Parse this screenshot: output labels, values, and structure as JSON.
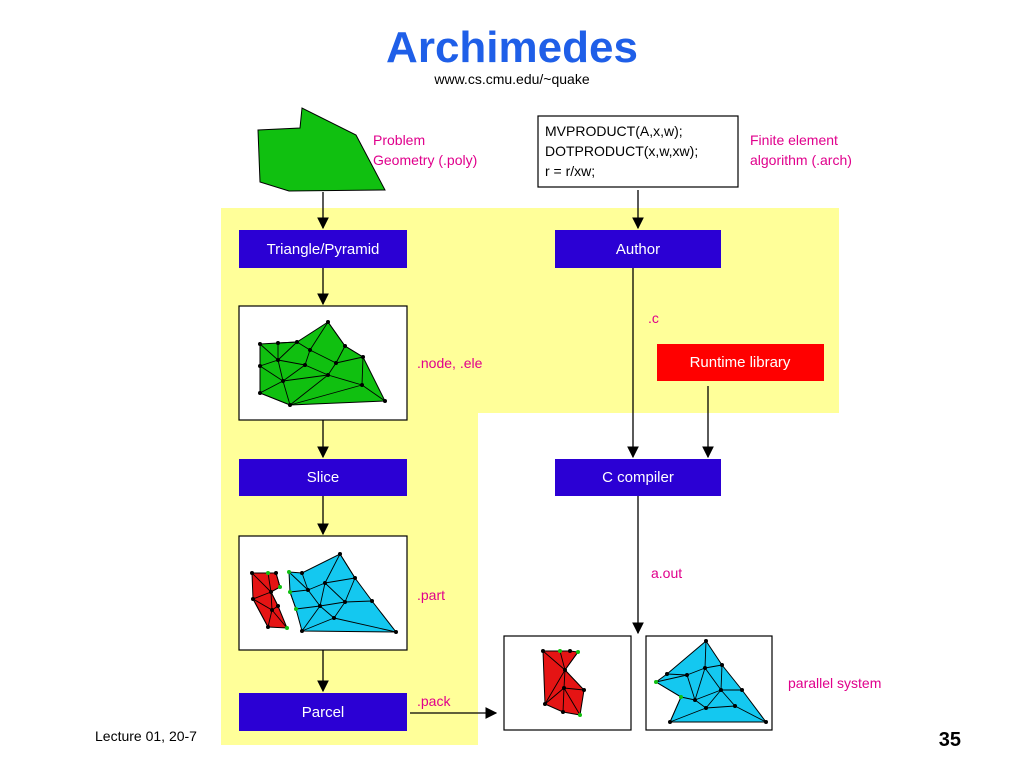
{
  "title": "Archimedes",
  "subtitle": "www.cs.cmu.edu/~quake",
  "colors": {
    "title": "#1f5fe8",
    "process_box": "#2b00d4",
    "runtime_box": "#ff0000",
    "highlight": "#ffff99",
    "annotation": "#e0008c",
    "mesh_green": "#10c010",
    "mesh_red": "#e51414",
    "mesh_cyan": "#14c8f0"
  },
  "inputs": {
    "problem_label_line1": "Problem",
    "problem_label_line2": "Geometry (.poly)",
    "code_line1": "MVPRODUCT(A,x,w);",
    "code_line2": "DOTPRODUCT(x,w,xw);",
    "code_line3": "r = r/xw;",
    "fem_label_line1": "Finite element",
    "fem_label_line2": "algorithm (.arch)"
  },
  "boxes": {
    "triangle": "Triangle/Pyramid",
    "author": "Author",
    "runtime": "Runtime library",
    "slice": "Slice",
    "compiler": "C compiler",
    "parcel": "Parcel"
  },
  "edge_labels": {
    "c": ".c",
    "node_ele": ".node, .ele",
    "part": ".part",
    "aout": "a.out",
    "pack": ".pack",
    "parallel": "parallel system"
  },
  "footer": {
    "lecture": "Lecture 01, 20-7",
    "page": "35"
  }
}
